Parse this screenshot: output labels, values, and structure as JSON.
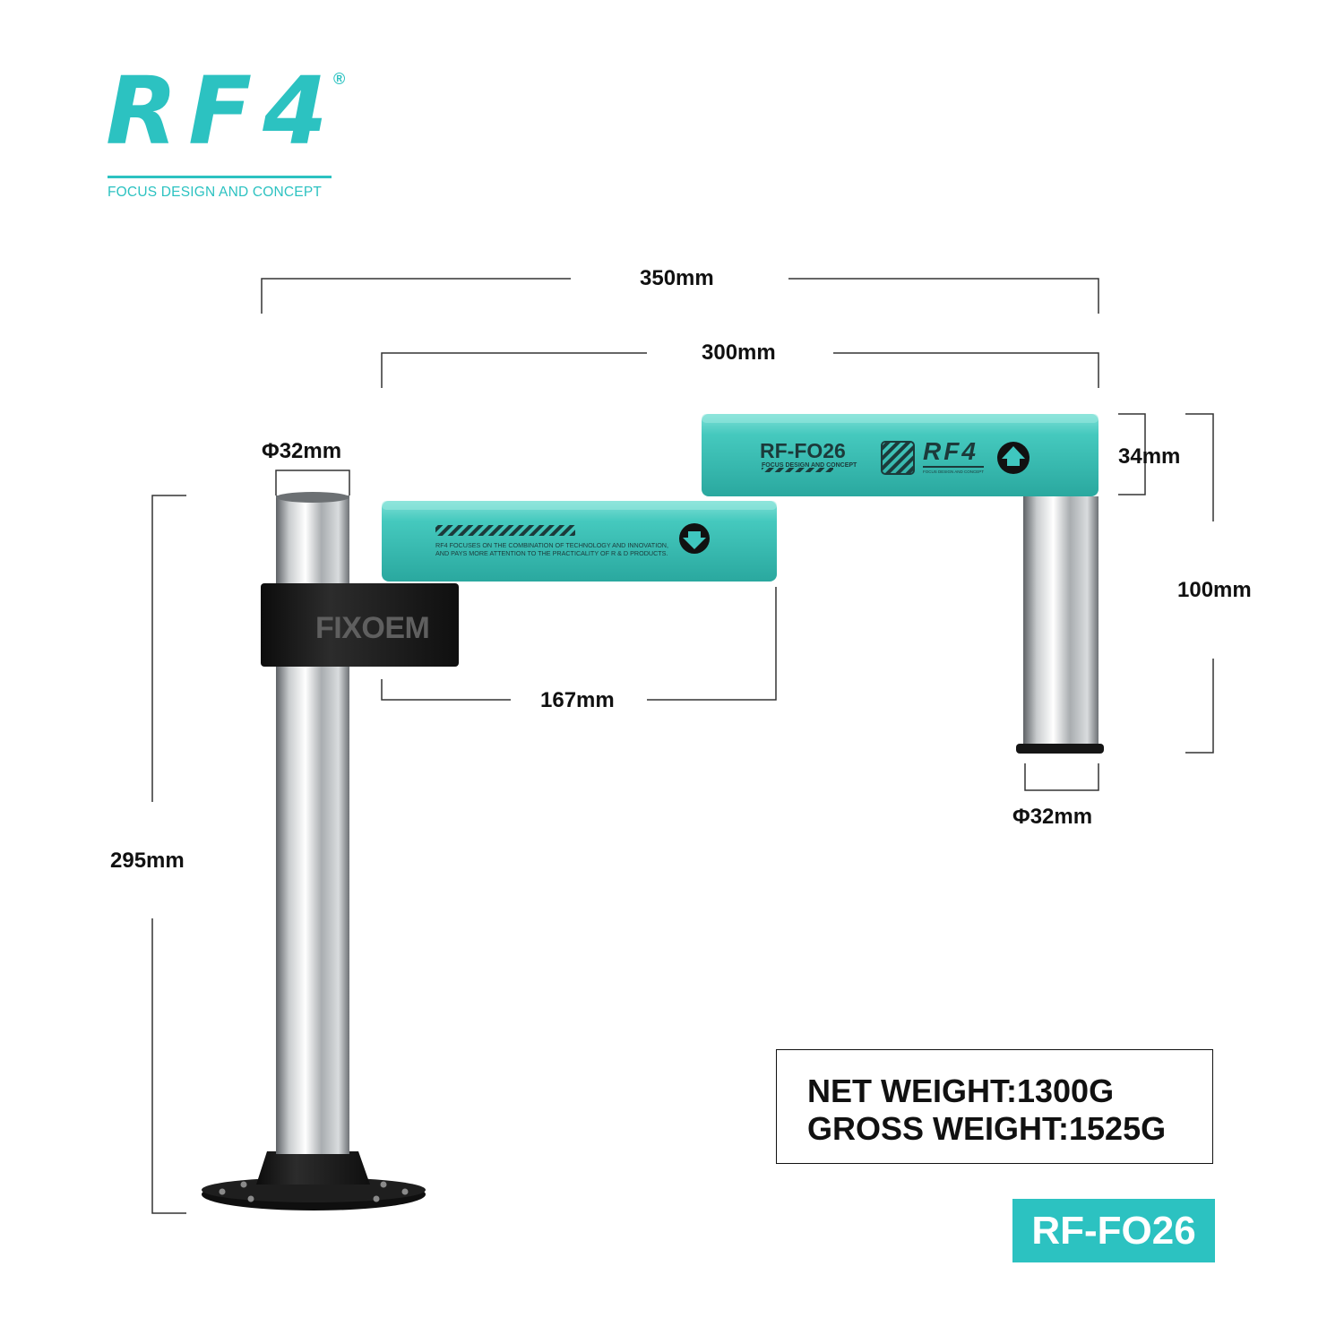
{
  "brand": {
    "logo_text": "RF4",
    "registered_mark": "®",
    "tagline": "FOCUS DESIGN AND CONCEPT",
    "color": "#2cc2c1"
  },
  "dimensions": {
    "overall_width": "350mm",
    "arm_reach": "300mm",
    "lower_arm_length": "167mm",
    "upper_arm_height": "34mm",
    "drop_post_height": "100mm",
    "main_post_diameter": "32mm",
    "drop_post_diameter": "32mm",
    "diameter_symbol": "Φ",
    "stand_height": "295mm"
  },
  "product": {
    "upper_arm_model": "RF-FO26",
    "upper_arm_tagline": "FOCUS DESIGN AND CONCEPT",
    "upper_arm_logo": "RF4",
    "upper_arm_logo_tagline": "FOCUS DESIGN AND CONCEPT",
    "lower_arm_note_line1": "RF4 FOCUSES ON THE COMBINATION OF TECHNOLOGY AND INNOVATION,",
    "lower_arm_note_line2": "AND PAYS MORE ATTENTION TO THE PRACTICALITY OF R & D PRODUCTS.",
    "arm_color": "#3fc7bf",
    "up_arrow_icon": "arrow-up-circle-icon",
    "down_arrow_icon": "arrow-down-circle-icon",
    "watermark": "FIXOEM"
  },
  "specs": {
    "net_weight": "NET WEIGHT:1300G",
    "gross_weight": "GROSS WEIGHT:1525G"
  },
  "model_badge": "RF-FO26"
}
